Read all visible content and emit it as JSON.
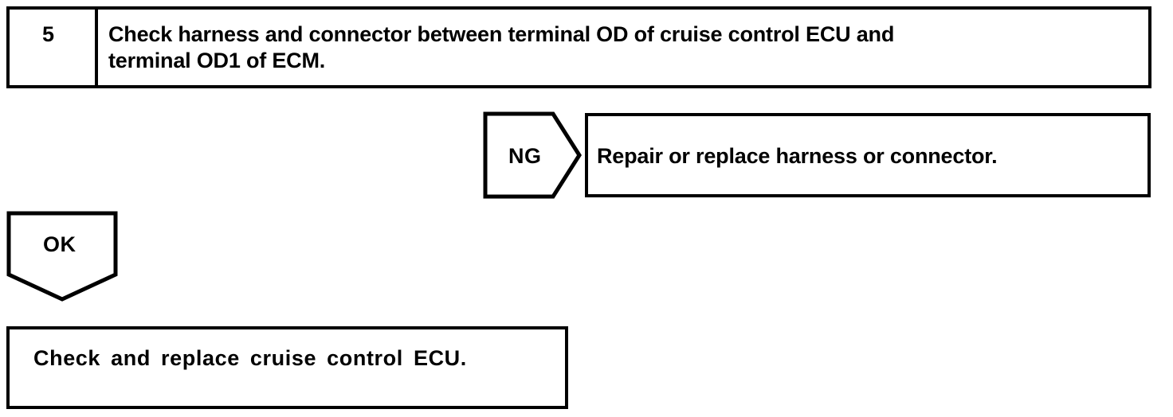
{
  "diagram": {
    "type": "troubleshooting-flowchart",
    "line_color": "#000000",
    "background_color": "#ffffff",
    "text_color": "#000000"
  },
  "step": {
    "number": "5",
    "instruction_line1": "Check harness and connector between terminal OD of cruise control ECU and",
    "instruction_line2": "terminal OD1 of ECM."
  },
  "branches": {
    "ng": {
      "label": "NG",
      "action": "Repair or replace harness or connector."
    },
    "ok": {
      "label": "OK",
      "action": "Check and replace cruise control ECU."
    }
  }
}
